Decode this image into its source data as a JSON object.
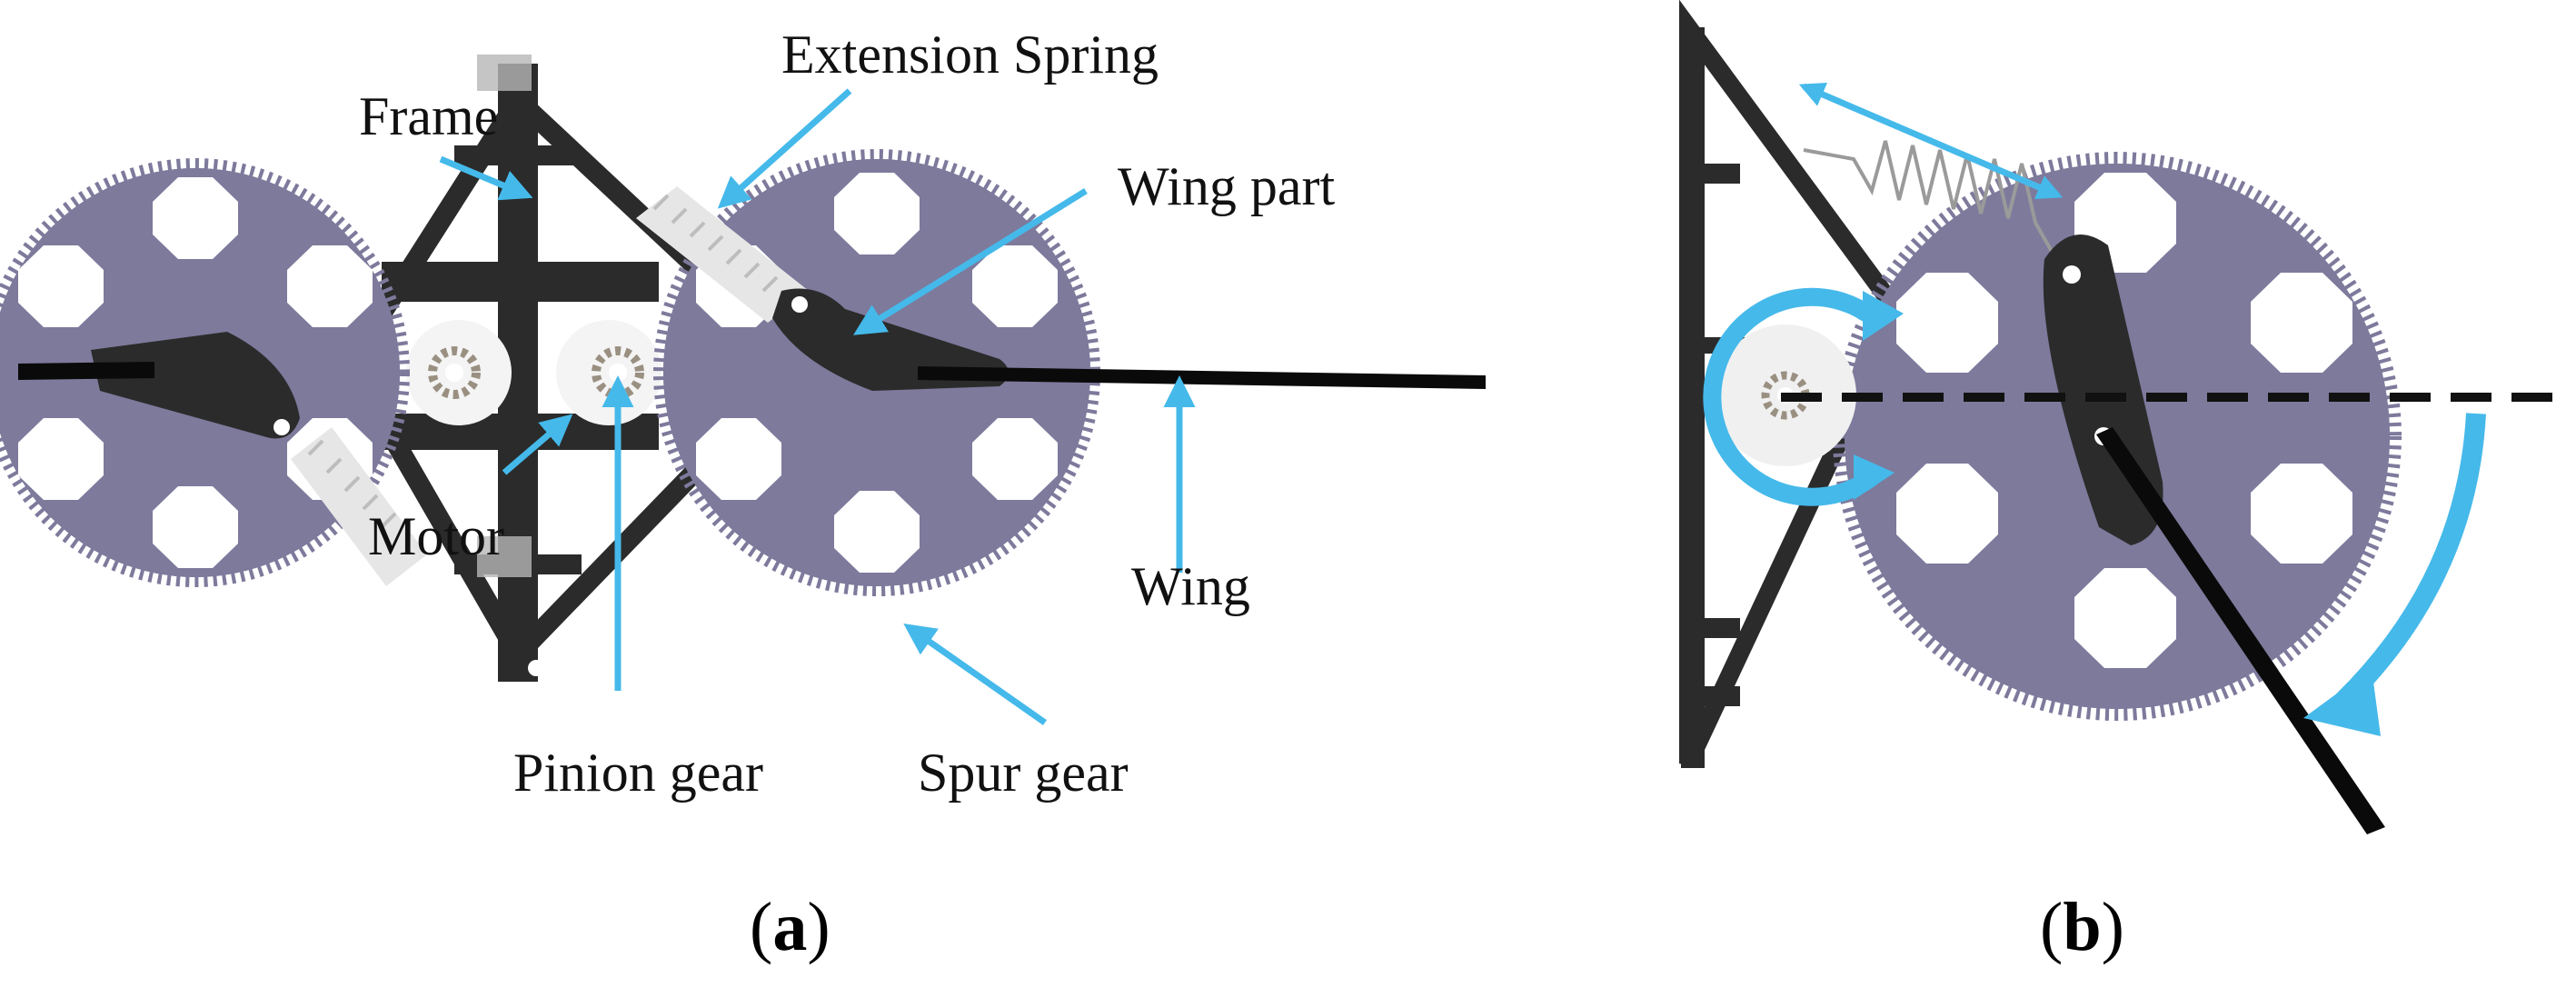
{
  "panels": {
    "a": {
      "caption_open": "(",
      "caption_letter": "a",
      "caption_close": ")",
      "labels": {
        "frame": "Frame",
        "extension_spring": "Extension Spring",
        "wing_part": "Wing part",
        "motor": "Motor",
        "wing": "Wing",
        "pinion_gear": "Pinion gear",
        "spur_gear": "Spur gear"
      }
    },
    "b": {
      "caption_open": "(",
      "caption_letter": "b",
      "caption_close": ")"
    }
  },
  "colors": {
    "gear": "#7d7a9c",
    "frame": "#2b2b2b",
    "wing": "#0a0a0a",
    "spring": "#e6e6e6",
    "annotation": "#45b9ea",
    "pinion": "#9a9082"
  },
  "icons": {
    "rotation_arrow": "circular-arrow-icon",
    "flap_arrow": "curved-arrow-icon",
    "stretch_arrow": "double-arrow-icon"
  }
}
